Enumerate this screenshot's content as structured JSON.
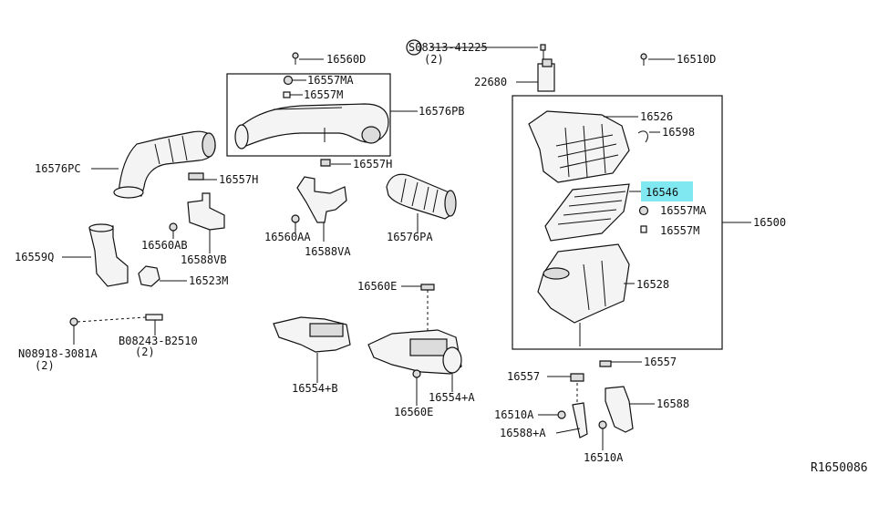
{
  "diagram": {
    "ref_code": "R1650086",
    "highlight_color": "#7fe8f0",
    "labels": {
      "p16560D": "16560D",
      "p16557MA_top": "16557MA",
      "p16557M_top": "16557M",
      "p16576PB": "16576PB",
      "p08313": "S08313-41225",
      "p08313_qty": "(2)",
      "p22680": "22680",
      "p16510D": "16510D",
      "p16576PC": "16576PC",
      "p16557H_left": "16557H",
      "p16557H_mid": "16557H",
      "p16560AB": "16560AB",
      "p16588VB": "16588VB",
      "p16560AA": "16560AA",
      "p16588VA": "16588VA",
      "p16576PA": "16576PA",
      "p16559Q": "16559Q",
      "p16523M": "16523M",
      "p16526": "16526",
      "p16598": "16598",
      "p16546": "16546",
      "p16557MA_right": "16557MA",
      "p16557M_right": "16557M",
      "p16500": "16500",
      "p16528": "16528",
      "p16560E_top": "16560E",
      "p08918": "N08918-3081A",
      "p08918_qty": "(2)",
      "p08243": "B08243-B2510",
      "p08243_qty": "(2)",
      "p16554B": "16554+B",
      "p16554A": "16554+A",
      "p16560E_bot": "16560E",
      "p16557_left": "16557",
      "p16557_right": "16557",
      "p16588": "16588",
      "p16510A_left": "16510A",
      "p16588A": "16588+A",
      "p16510A_bot": "16510A"
    }
  }
}
